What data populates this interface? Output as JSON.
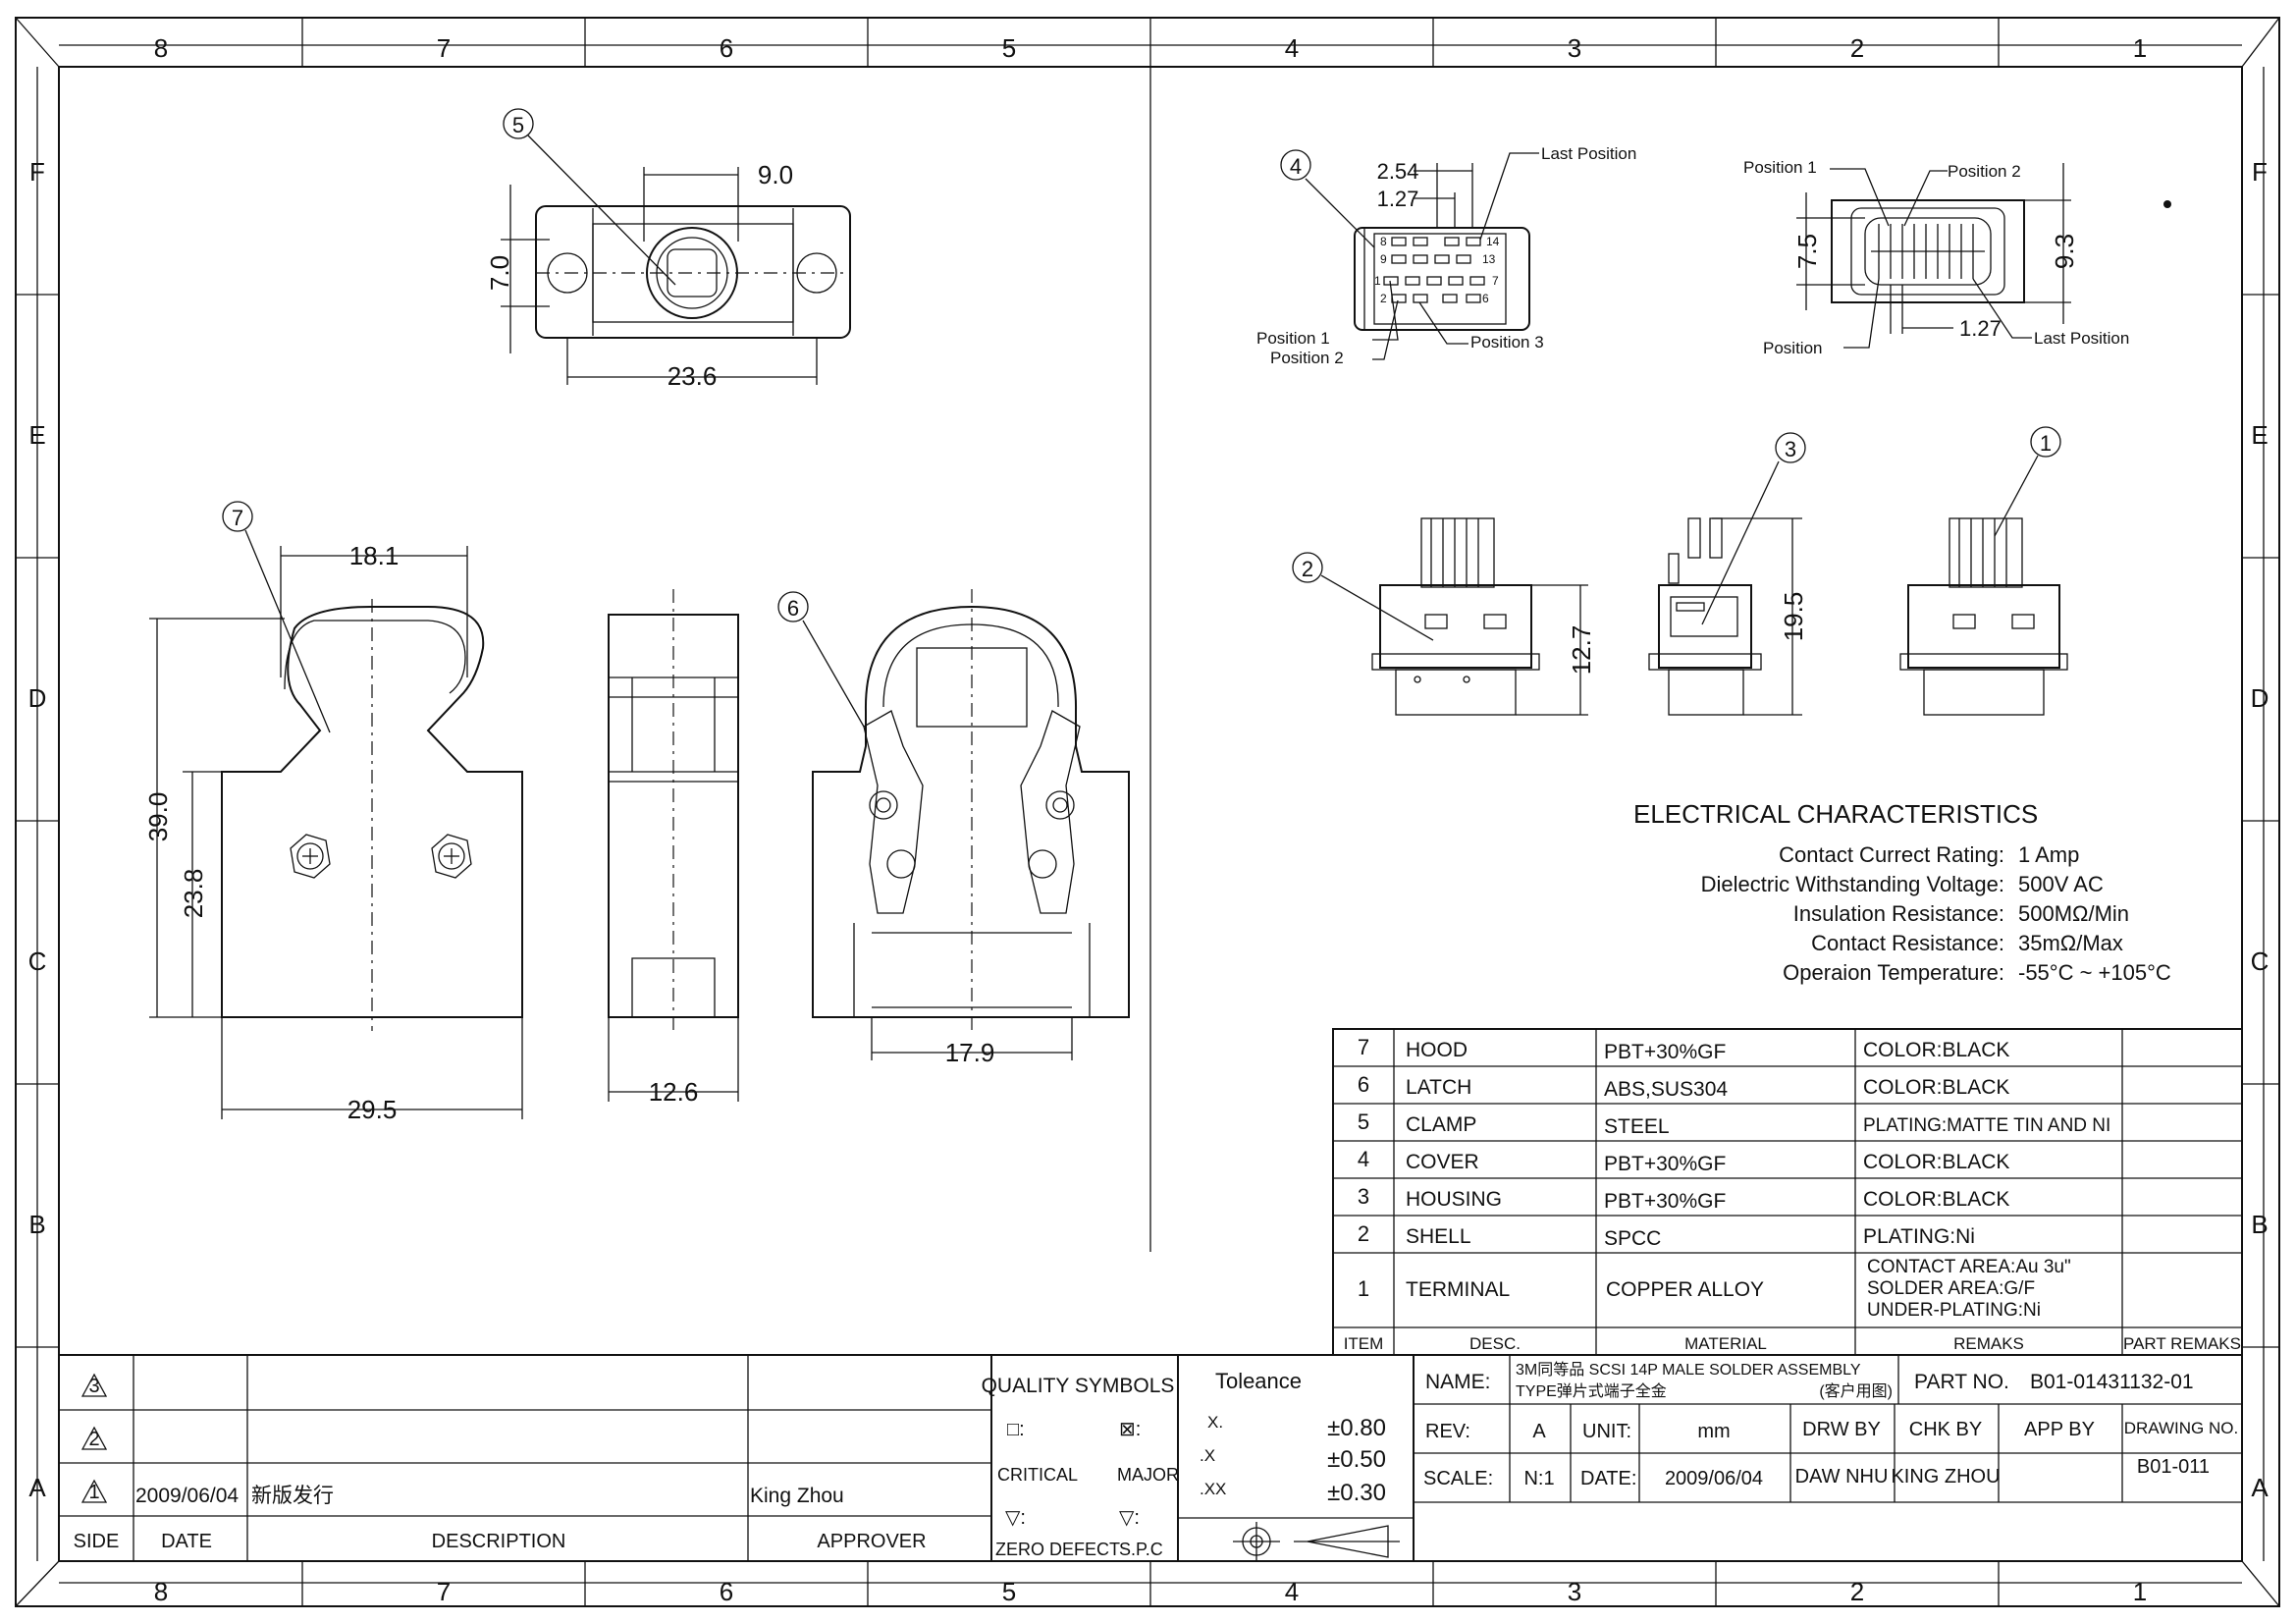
{
  "frame": {
    "col_labels": [
      "8",
      "7",
      "6",
      "5",
      "4",
      "3",
      "2",
      "1"
    ],
    "row_labels": [
      "F",
      "E",
      "D",
      "C",
      "B",
      "A"
    ]
  },
  "callouts": {
    "c1": "1",
    "c2": "2",
    "c3": "3",
    "c4": "4",
    "c5": "5",
    "c6": "6",
    "c7": "7"
  },
  "dims": {
    "top_width": "9.0",
    "top_height": "7.0",
    "top_length": "23.6",
    "hood_top": "18.1",
    "overall_height": "39.0",
    "body_height": "23.8",
    "body_width": "29.5",
    "side_width": "12.6",
    "latch_width": "17.9",
    "pitch1": "2.54",
    "pitch2": "1.27",
    "male_height": "7.5",
    "male_outer": "9.3",
    "male_pitch": "1.27",
    "conn_height": "12.7",
    "conn_total": "19.5"
  },
  "pin_labels": {
    "last_position_left": "Last Position",
    "position1_left": "Position 1",
    "position2_left": "Position 2",
    "position3_left": "Position 3",
    "position1_right": "Position 1",
    "position2_right": "Position 2",
    "position_right": "Position",
    "last_position_right": "Last Position",
    "pin_8": "8",
    "pin_14": "14",
    "pin_9": "9",
    "pin_13": "13",
    "pin_1": "1",
    "pin_7": "7",
    "pin_2": "2",
    "pin_6": "6"
  },
  "electrical": {
    "title": "ELECTRICAL  CHARACTERISTICS",
    "rows": [
      {
        "label": "Contact Currect Rating:",
        "value": "1 Amp"
      },
      {
        "label": "Dielectric Withstanding Voltage:",
        "value": "500V AC"
      },
      {
        "label": "Insulation Resistance:",
        "value": "500MΩ/Min"
      },
      {
        "label": "Contact Resistance:",
        "value": "35mΩ/Max"
      },
      {
        "label": "Operaion Temperature:",
        "value": "-55°C ~ +105°C"
      }
    ]
  },
  "bom": {
    "header": {
      "item": "ITEM",
      "desc": "DESC.",
      "material": "MATERIAL",
      "remarks": "REMAKS",
      "part_remarks": "PART REMAKS"
    },
    "rows": [
      {
        "item": "7",
        "desc": "HOOD",
        "material": "PBT+30%GF",
        "remarks": "COLOR:BLACK"
      },
      {
        "item": "6",
        "desc": "LATCH",
        "material": "ABS,SUS304",
        "remarks": "COLOR:BLACK"
      },
      {
        "item": "5",
        "desc": "CLAMP",
        "material": "STEEL",
        "remarks": "PLATING:MATTE TIN AND NI"
      },
      {
        "item": "4",
        "desc": "COVER",
        "material": "PBT+30%GF",
        "remarks": "COLOR:BLACK"
      },
      {
        "item": "3",
        "desc": "HOUSING",
        "material": "PBT+30%GF",
        "remarks": "COLOR:BLACK"
      },
      {
        "item": "2",
        "desc": "SHELL",
        "material": "SPCC",
        "remarks": "PLATING:Ni"
      }
    ],
    "row1": {
      "item": "1",
      "desc": "TERMINAL",
      "material": "COPPER ALLOY",
      "remark_a": "CONTACT AREA:Au 3u\"",
      "remark_b": "SOLDER AREA:G/F",
      "remark_c": "UNDER-PLATING:Ni"
    }
  },
  "revisions": {
    "rows": [
      {
        "side": "3",
        "date": "",
        "description": "",
        "approver": ""
      },
      {
        "side": "2",
        "date": "",
        "description": "",
        "approver": ""
      },
      {
        "side": "1",
        "date": "2009/06/04",
        "description": "新版发行",
        "approver": "King Zhou"
      }
    ],
    "header": {
      "side": "SIDE",
      "date": "DATE",
      "description": "DESCRIPTION",
      "approver": "APPROVER"
    }
  },
  "quality": {
    "title": "QUALITY  SYMBOLS",
    "critical": "CRITICAL",
    "major": "MAJOR",
    "zero_defect": "ZERO DEFECT",
    "spc": "S.P.C",
    "sym_critical": "□:",
    "sym_major": "⊠:",
    "sym_zero": "▽:",
    "sym_spc": "▽:"
  },
  "tolerance": {
    "title": "Toleance",
    "rows": [
      {
        "label": "X.",
        "value": "±0.80"
      },
      {
        "label": ".X",
        "value": "±0.50"
      },
      {
        "label": ".XX",
        "value": "±0.30"
      }
    ]
  },
  "title_block": {
    "name_label": "NAME:",
    "name_line1": "3M同等品 SCSI 14P MALE SOLDER ASSEMBLY",
    "name_line2": "TYPE弹片式端子全金",
    "name_note": "(客户用图)",
    "part_no_label": "PART NO.",
    "part_no": "B01-01431132-01",
    "rev_label": "REV:",
    "rev": "A",
    "unit_label": "UNIT:",
    "unit": "mm",
    "drw_label": "DRW BY",
    "chk_label": "CHK BY",
    "app_label": "APP BY",
    "drawing_no_label": "DRAWING NO.",
    "drawing_no": "B01-011",
    "scale_label": "SCALE:",
    "scale": "N:1",
    "date_label": "DATE:",
    "date": "2009/06/04",
    "drw_by": "DAW NHU",
    "chk_by": "KING ZHOU"
  }
}
